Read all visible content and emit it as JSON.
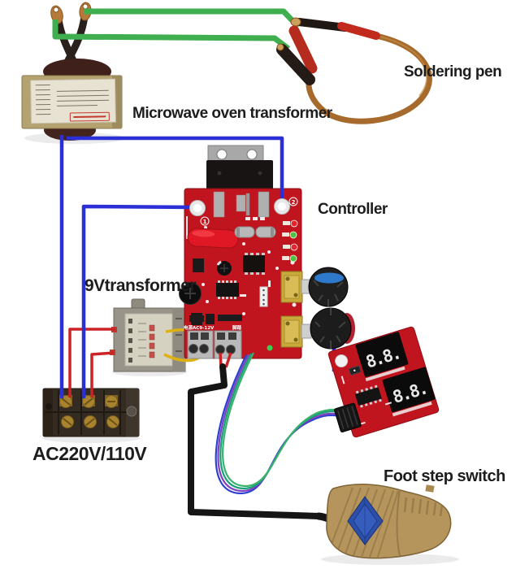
{
  "labels": {
    "microwave_oven_transformer": "Microwave oven transformer",
    "soldering_pen": "Soldering pen",
    "controller": "Controller",
    "nine_v_transformer": "9Vtransformer",
    "ac_input": "AC220V/110V",
    "foot_step_switch": "Foot step switch"
  },
  "controller_board": {
    "silkscreen_power": "电源AC9-12V",
    "silkscreen_foot": "脚踏",
    "hole_marker_1": "1",
    "hole_marker_2": "2"
  },
  "display_module": {
    "top_digits": "8.8.",
    "bottom_digits": "8.8."
  },
  "wire_colors": {
    "output_green": "#3fae4e",
    "mains_blue": "#2a2fd6",
    "aux_red": "#cc2125",
    "aux_yellow": "#ddb113",
    "foot_switch_black": "#151515",
    "ribbon": [
      "#2d3fd0",
      "#8040c0",
      "#18a07a",
      "#37b36a"
    ]
  },
  "palette": {
    "pcb_red": "#c0151f",
    "pedal_tan": "#b5955c",
    "pedal_diamond_blue": "#2c4fa9",
    "copper": "#a76a2d",
    "mot_body_tan": "#b5a271",
    "terminal_block_brown": "#342c22",
    "background": "#ffffff"
  }
}
